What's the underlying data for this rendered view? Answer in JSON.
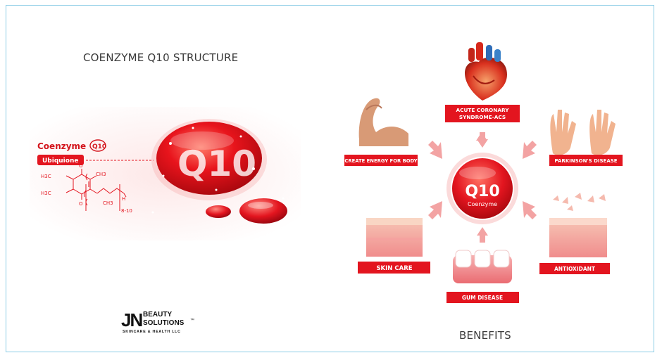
{
  "structure_title": "COENZYME Q10 STRUCTURE",
  "benefits_title": "BENEFITS",
  "molecule": {
    "name": "Coenzyme",
    "badge": "Q10",
    "variant": "Ubiquione",
    "chain_subscript": "8-10",
    "groups": [
      "H3C",
      "H3C",
      "O",
      "O",
      "CH3",
      "H"
    ]
  },
  "capsule_text": "Q10",
  "hub": {
    "text": "Q10",
    "subtext": "Coenzyme"
  },
  "benefits": {
    "acs": "ACUTE CORONARY SYNDROME-ACS",
    "acs_line1": "ACUTE CORONARY",
    "acs_line2": "SYNDROME-ACS",
    "energy": "CREATE ENERGY FOR BODY",
    "parkinsons": "PARKINSON'S DISEASE",
    "skin": "SKIN CARE",
    "gum": "GUM DISEASE",
    "antioxidant": "ANTIOXIDANT"
  },
  "brand": {
    "initials": "JN",
    "line1": "BEAUTY",
    "line2": "SOLUTIONS",
    "tm": "™",
    "tagline": "SKINCARE & HEALTH LLC"
  },
  "colors": {
    "red": "#e3151f",
    "dark_red": "#b10b12",
    "frame": "#8ccde6",
    "text": "#3a3a3a"
  }
}
